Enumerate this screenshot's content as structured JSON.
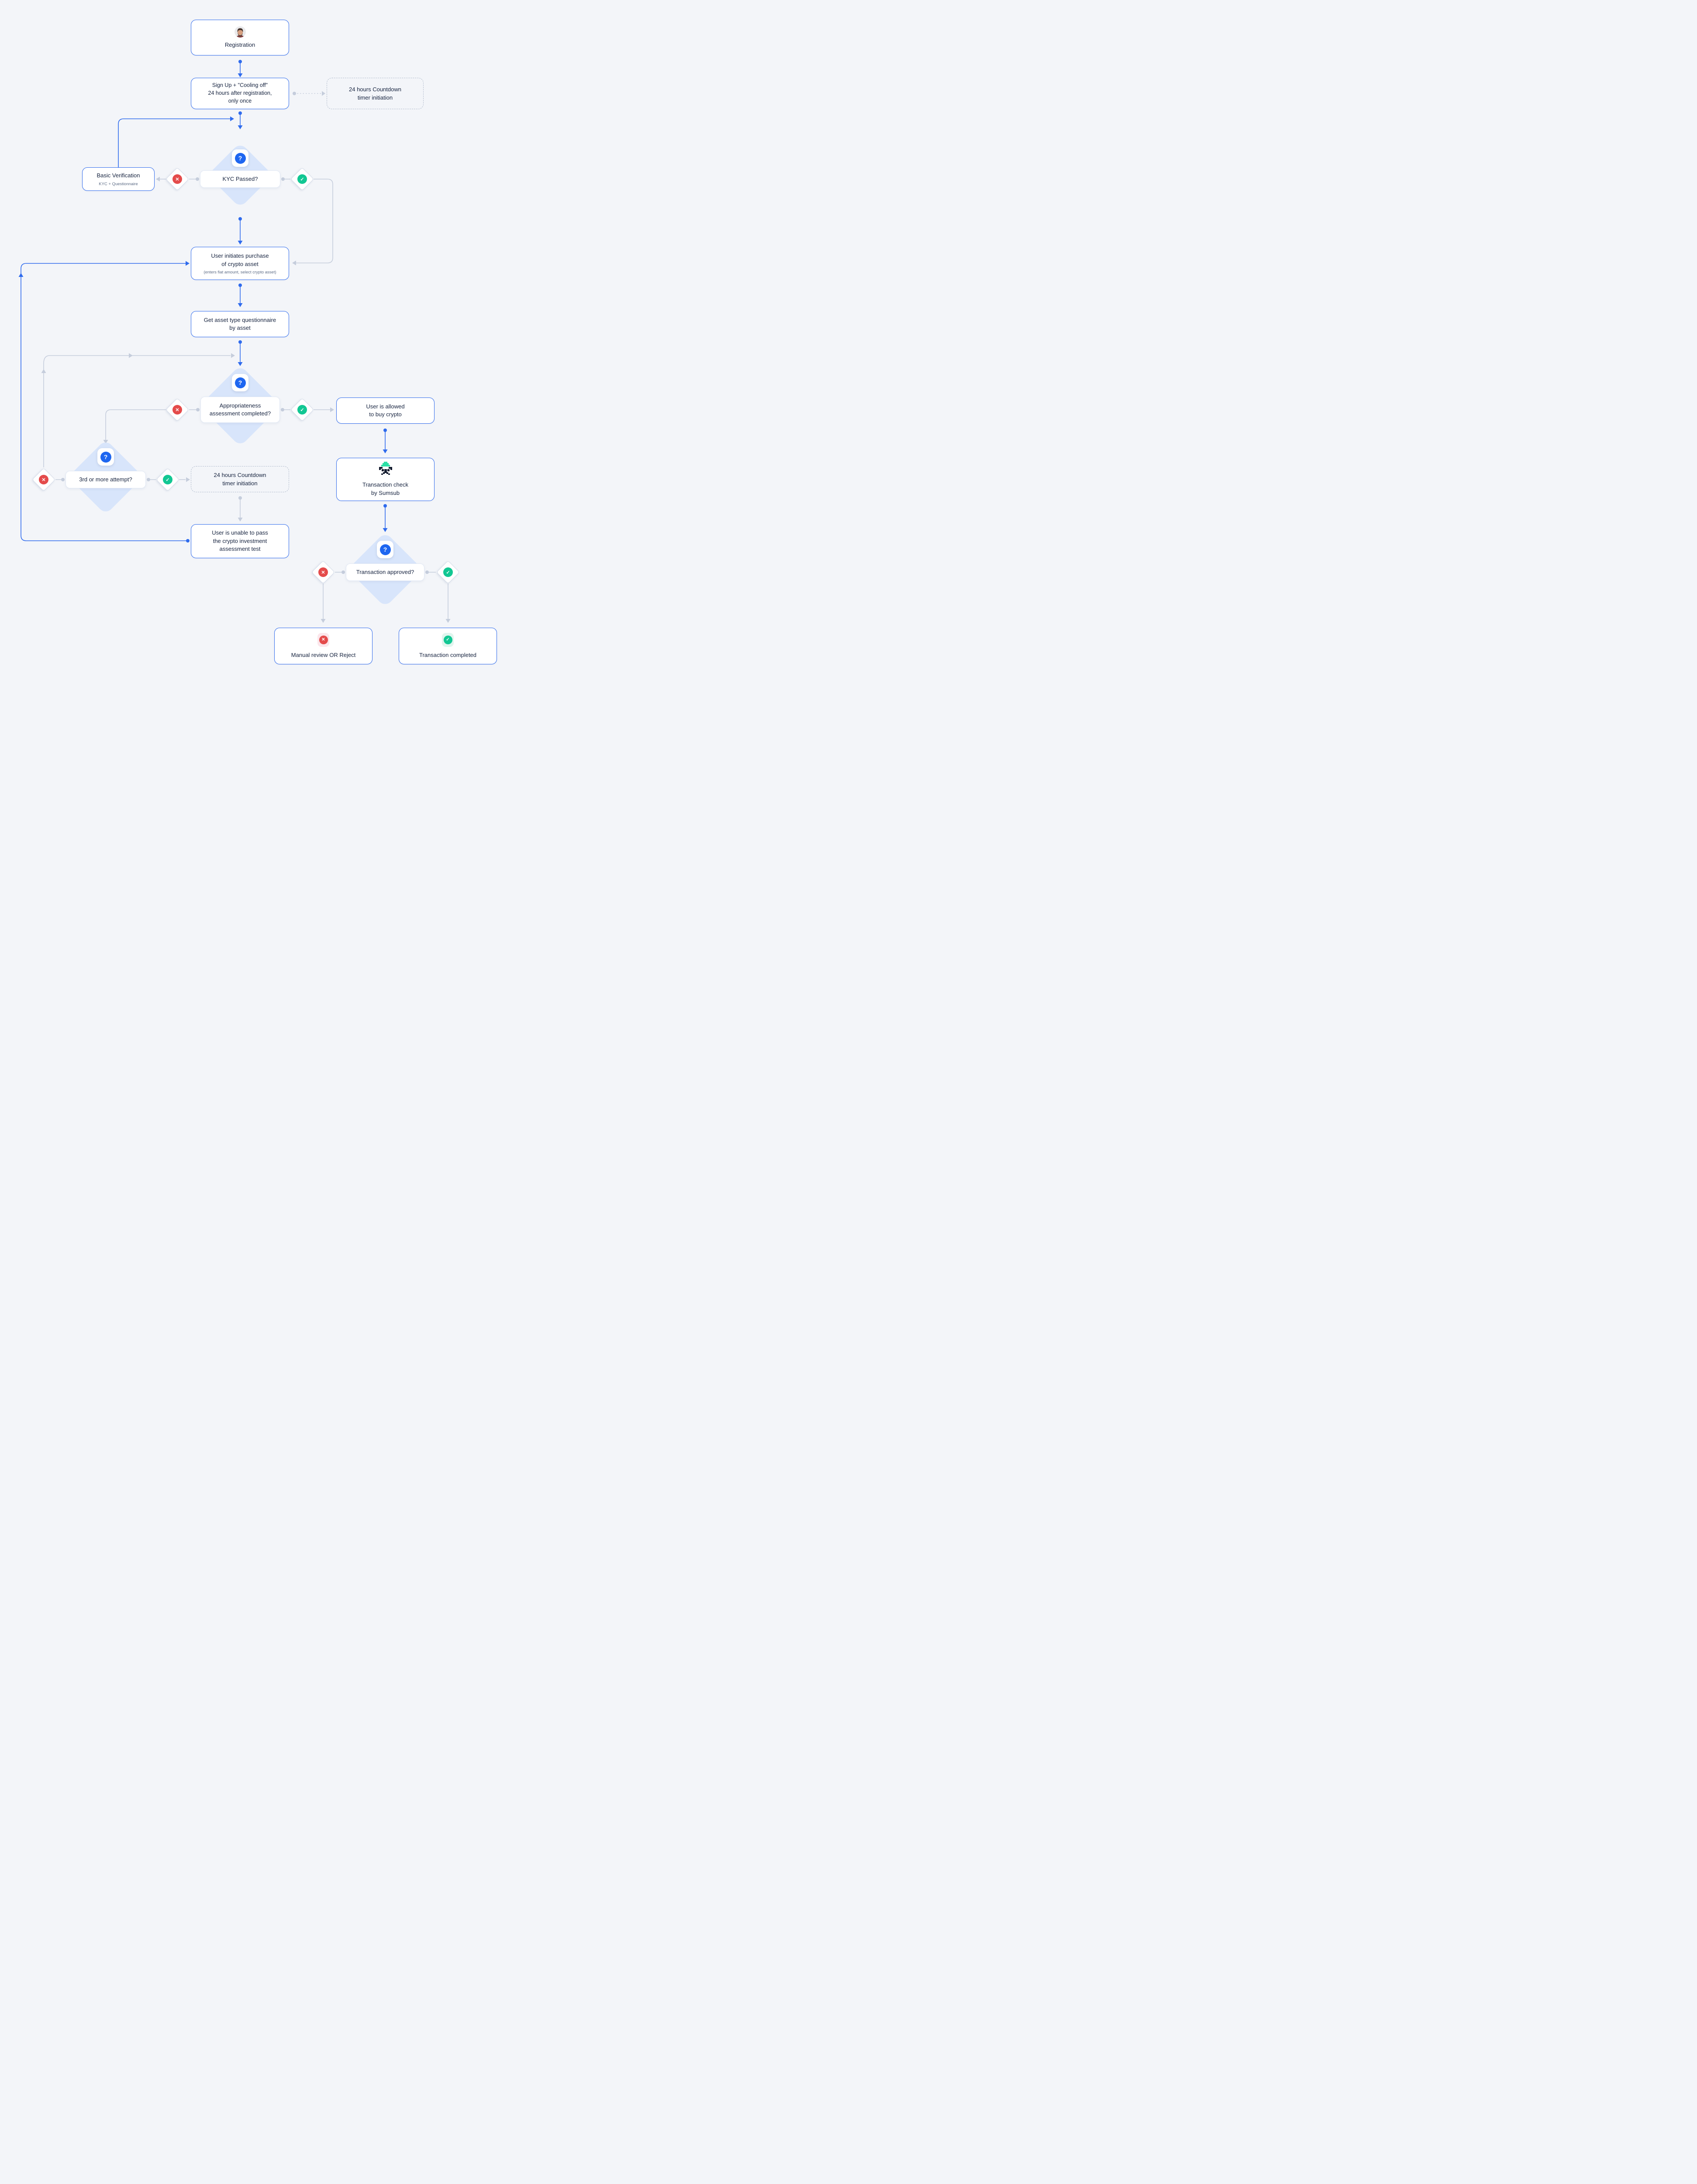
{
  "meta": {
    "type": "flowchart",
    "title": "Crypto purchase KYC / appropriateness assessment flow",
    "background_color": "#f3f5f9",
    "accent_blue": "#2f6bed",
    "connector_gray": "#c5cddc",
    "diamond_fill": "#d8e5fb",
    "status_red": "#e44b4b",
    "status_green": "#12c793",
    "text_navy": "#16233f",
    "text_gray": "#5d6c86"
  },
  "icons": {
    "question": "?",
    "no": "✕",
    "yes": "✓"
  },
  "nodes": {
    "registration": {
      "label": "Registration"
    },
    "signup": {
      "label": "Sign Up + \"Cooling off\"\n24 hours after registration,\nonly once"
    },
    "timer1": {
      "label": "24 hours Countdown\ntimer initiation"
    },
    "kyc_decision": {
      "label": "KYC Passed?"
    },
    "basic_verification": {
      "title": "Basic Verification",
      "subtitle": "KYC + Questionnaire"
    },
    "purchase": {
      "title": "User initiates purchase\nof crypto asset",
      "subtitle": "(enters fiat amount, select crypto asset)"
    },
    "get_asset": {
      "label": "Get asset type questionnaire\nby asset"
    },
    "appropriateness_decision": {
      "label": "Appropriateness\nassessment completed?"
    },
    "allowed": {
      "label": "User is allowed\nto buy crypto"
    },
    "attempt_decision": {
      "label": "3rd or more attempt?"
    },
    "timer2": {
      "label": "24 hours Countdown\ntimer initiation"
    },
    "sumsub_check": {
      "label": "Transaction check\nby Sumsub"
    },
    "unable": {
      "label": "User is unable to pass\nthe crypto investment\nassessment test"
    },
    "transaction_decision": {
      "label": "Transaction approved?"
    },
    "manual_review": {
      "label": "Manual review OR Reject"
    },
    "completed": {
      "label": "Transaction completed"
    }
  }
}
